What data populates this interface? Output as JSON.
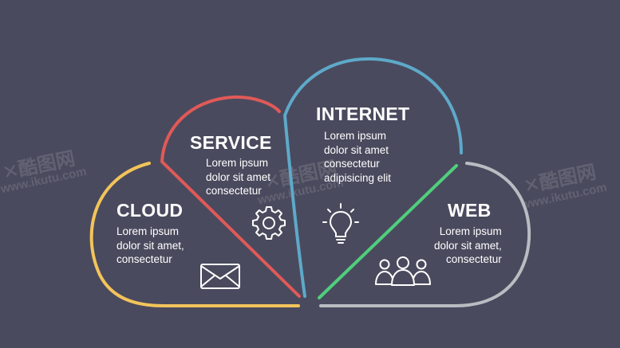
{
  "segments": {
    "cloud": {
      "title": "CLOUD",
      "lines": [
        "Lorem ipsum",
        "dolor sit amet,",
        "consectetur"
      ],
      "color": "#f2c45a",
      "icon": "envelope-icon"
    },
    "service": {
      "title": "SERVICE",
      "lines": [
        "Lorem ipsum",
        "dolor sit amet",
        "consectetur"
      ],
      "color": "#e05a57",
      "icon": "gear-icon"
    },
    "internet": {
      "title": "INTERNET",
      "lines": [
        "Lorem ipsum",
        "dolor sit amet",
        "consectetur",
        "adipisicing elit"
      ],
      "color": "#5ea9c9",
      "icon": "lightbulb-icon"
    },
    "web": {
      "title": "WEB",
      "lines": [
        "Lorem ipsum",
        "dolor sit amet,",
        "consectetur"
      ],
      "color": "#b9bcc1",
      "icon": "people-icon"
    }
  },
  "divider_color": "#4fcf7c",
  "background_color": "#4a4a5e",
  "watermark": {
    "brand": "酷图网",
    "url": "www.ikutu.com"
  }
}
